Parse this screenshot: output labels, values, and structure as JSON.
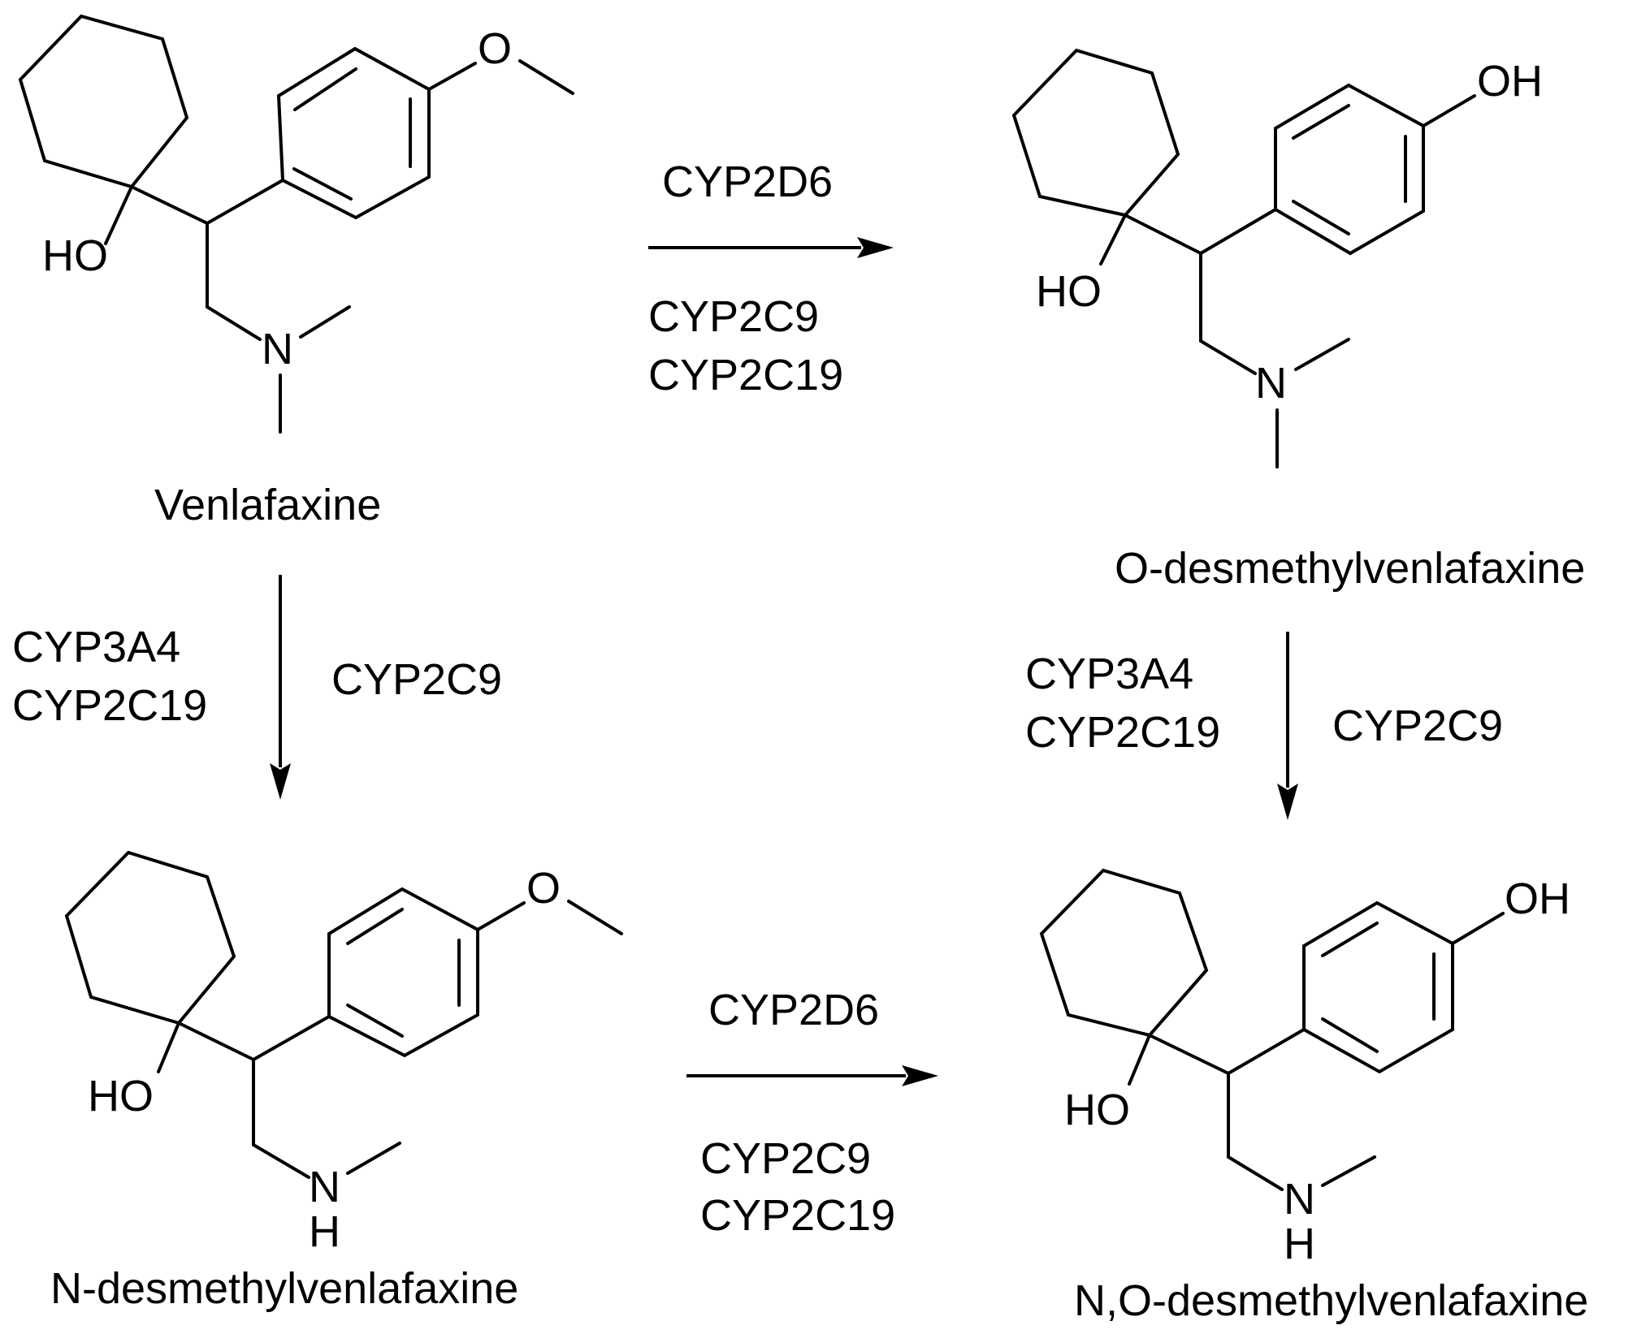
{
  "atoms": {
    "oxygen": "O",
    "hydroxyl": "HO",
    "phenol": "OH",
    "nitrogen": "N",
    "hydrogen": "H"
  },
  "compounds": {
    "venlafaxine": "Venlafaxine",
    "o_desmethyl": "O-desmethylvenlafaxine",
    "n_desmethyl": "N-desmethylvenlafaxine",
    "no_desmethyl": "N,O-desmethylvenlafaxine"
  },
  "reactions": {
    "top": {
      "above": [
        "CYP2D6"
      ],
      "below": [
        "CYP2C9",
        "CYP2C19"
      ]
    },
    "left": {
      "side_left": [
        "CYP3A4",
        "CYP2C19"
      ],
      "side_right": [
        "CYP2C9"
      ]
    },
    "right": {
      "side_left": [
        "CYP3A4",
        "CYP2C19"
      ],
      "side_right": [
        "CYP2C9"
      ]
    },
    "bottom": {
      "above": [
        "CYP2D6"
      ],
      "below": [
        "CYP2C9",
        "CYP2C19"
      ]
    }
  },
  "colors": {
    "ink": "#000000",
    "background": "#ffffff"
  }
}
